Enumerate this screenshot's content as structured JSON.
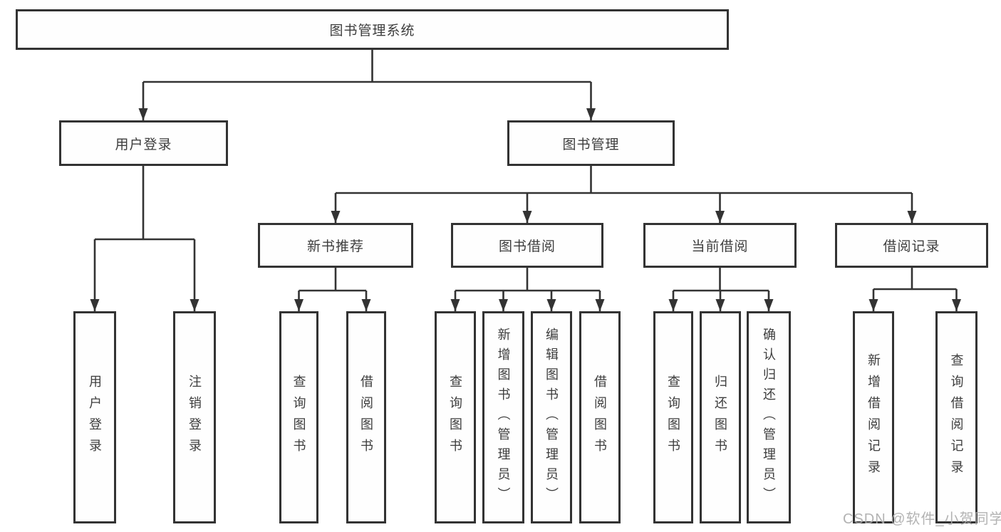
{
  "diagram": {
    "root": {
      "label": "图书管理系统",
      "children": [
        {
          "label": "用户登录",
          "children": [
            {
              "label": "用户登录"
            },
            {
              "label": "注销登录"
            }
          ]
        },
        {
          "label": "图书管理",
          "children": [
            {
              "label": "新书推荐",
              "children": [
                {
                  "label": "查询图书"
                },
                {
                  "label": "借阅图书"
                }
              ]
            },
            {
              "label": "图书借阅",
              "children": [
                {
                  "label": "查询图书"
                },
                {
                  "label": "新增图书（管理员）"
                },
                {
                  "label": "编辑图书（管理员）"
                },
                {
                  "label": "借阅图书"
                }
              ]
            },
            {
              "label": "当前借阅",
              "children": [
                {
                  "label": "查询图书"
                },
                {
                  "label": "归还图书"
                },
                {
                  "label": "确认归还（管理员）"
                }
              ]
            },
            {
              "label": "借阅记录",
              "children": [
                {
                  "label": "新增借阅记录"
                },
                {
                  "label": "查询借阅记录"
                }
              ]
            }
          ]
        }
      ]
    },
    "colors": {
      "line": "#333333",
      "text": "#3d3d3d",
      "box_background": "#fefefe"
    }
  },
  "watermark": {
    "text": "CSDN @软件_小贺同学"
  }
}
